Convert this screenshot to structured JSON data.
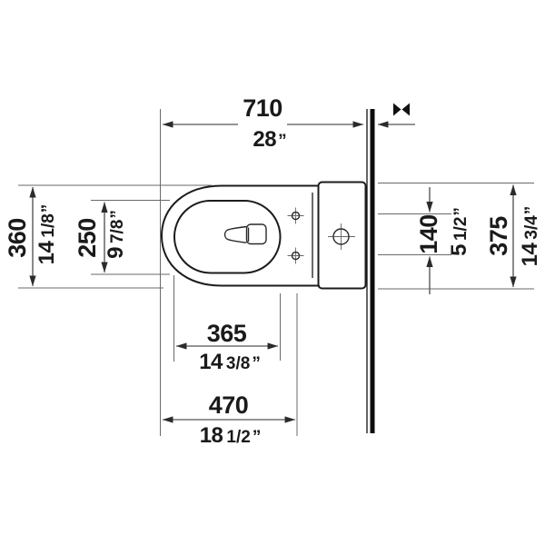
{
  "colors": {
    "background": "#ffffff",
    "line": "#1c1c1c",
    "dimension_line": "#2b2b2b",
    "extension_line": "#6a6a6a",
    "text": "#1a1a1a"
  },
  "icons": {
    "variable_gap": "><",
    "hinge_hole_crosshair": "crosshair-circle",
    "tank_fixing_crosshair": "crosshair-circle"
  },
  "dimensions": {
    "overall_depth": {
      "mm": "710",
      "in_whole": "28",
      "in_frac": "",
      "unit": "”"
    },
    "bowl_outer_width": {
      "mm": "360",
      "in_whole": "14",
      "in_frac": "1/8",
      "unit": "”"
    },
    "bowl_inner_width": {
      "mm": "250",
      "in_whole": "9",
      "in_frac": "7/8",
      "unit": "”"
    },
    "hinge_hole_spacing": {
      "mm": "140",
      "in_whole": "5",
      "in_frac": "1/2",
      "unit": "”"
    },
    "tank_width": {
      "mm": "375",
      "in_whole": "14",
      "in_frac": "3/4",
      "unit": "”"
    },
    "bowl_inner_length": {
      "mm": "365",
      "in_whole": "14",
      "in_frac": "3/8",
      "unit": "”"
    },
    "front_to_holes": {
      "mm": "470",
      "in_whole": "18",
      "in_frac": "1/2",
      "unit": "”"
    }
  }
}
